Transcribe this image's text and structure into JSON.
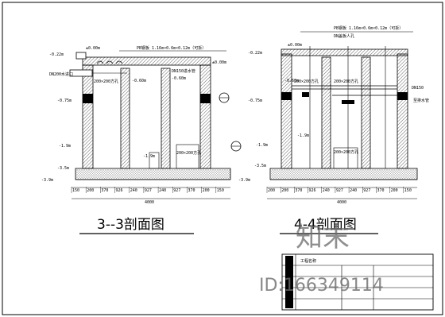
{
  "left_section": {
    "title": "3--3剖面图",
    "slab_note": "PB钢板 1.16m×0.6m×0.12m（可拆）",
    "elev_top_a": "±0.00m",
    "elev_top_b": "±0.00m",
    "elev_left": "-0.22m",
    "elev_mid": "-0.60m",
    "elev_mid2": "-0.60m",
    "pipe_in": "DN200水进口",
    "pipe_note_a": "200×200方孔",
    "pipe_note_b": "DN150进水管",
    "elev_left2": "-0.75m",
    "elev_wall": "-1.9m",
    "elev_floor": "-3.5m",
    "elev_base": "-3.9m",
    "hole_note": "200×200方孔",
    "side_mark": "-1.9m",
    "total": "4000",
    "dims": [
      "150",
      "200",
      "370",
      "926",
      "240",
      "927",
      "240",
      "927",
      "370",
      "200",
      "150"
    ]
  },
  "right_section": {
    "title": "4-4剖面图",
    "slab_note": "PB钢板 1.16m×0.6m×0.12m（可拆）",
    "pipe_top": "DN盖板人孔",
    "elev_top": "±0.00m",
    "elev_left": "-0.22m",
    "pipe_a": "200×200方孔",
    "pipe_b": "200×200方孔",
    "pipe_c": "DN150",
    "elev_mid": "-0.60m",
    "elev_left2": "-0.75m",
    "elev_mid2": "-1.9m",
    "hole_note": "200×200方孔",
    "elev_wall": "-1.9m",
    "elev_floor": "-3.5m",
    "elev_base": "-3.9m",
    "side_note": "至排水管",
    "total": "4000",
    "dims": [
      "200",
      "200",
      "370",
      "926",
      "240",
      "927",
      "240",
      "927",
      "370",
      "200",
      "150"
    ]
  },
  "title_block": {
    "row1": "工程名称"
  },
  "watermark": {
    "brand": "知末",
    "id": "ID:166349114"
  },
  "colors": {
    "ink": "#000000",
    "watermark": "#6a6a6a"
  }
}
